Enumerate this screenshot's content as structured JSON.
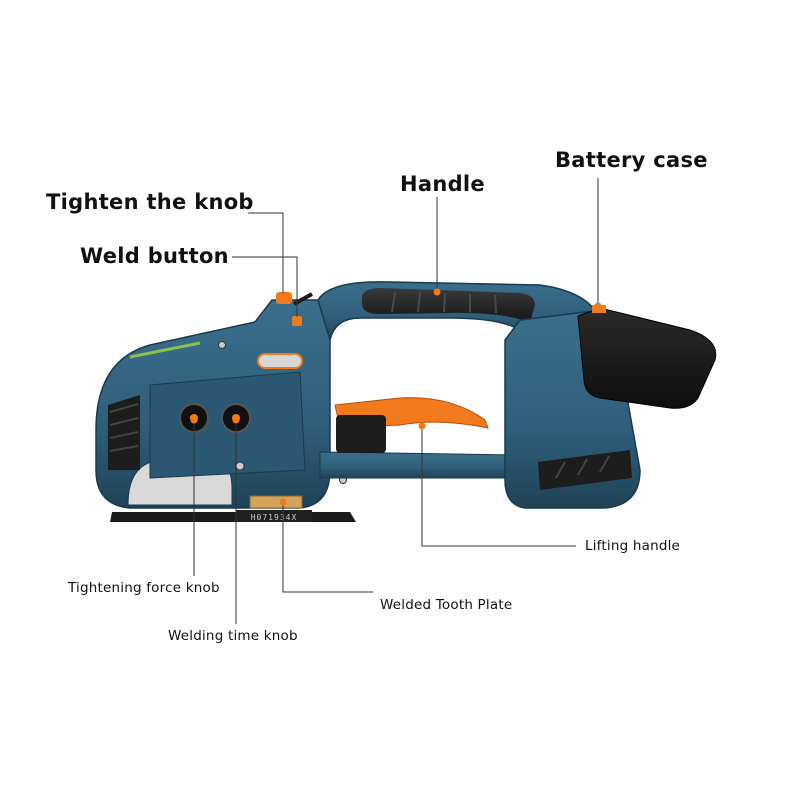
{
  "labels": {
    "tighten_knob": "Tighten the knob",
    "weld_button": "Weld button",
    "handle": "Handle",
    "battery_case": "Battery case",
    "lifting_handle": "Lifting handle",
    "tightening_force_knob": "Tightening force knob",
    "welded_tooth_plate": "Welded Tooth Plate",
    "welding_time_knob": "Welding time knob"
  },
  "device": {
    "plate_marking": "H071934X"
  },
  "colors": {
    "body": "#2f5f7a",
    "body_dark": "#1e4358",
    "accent": "#f07a1c",
    "rubber": "#1e1e1e",
    "leader": "#333333"
  }
}
